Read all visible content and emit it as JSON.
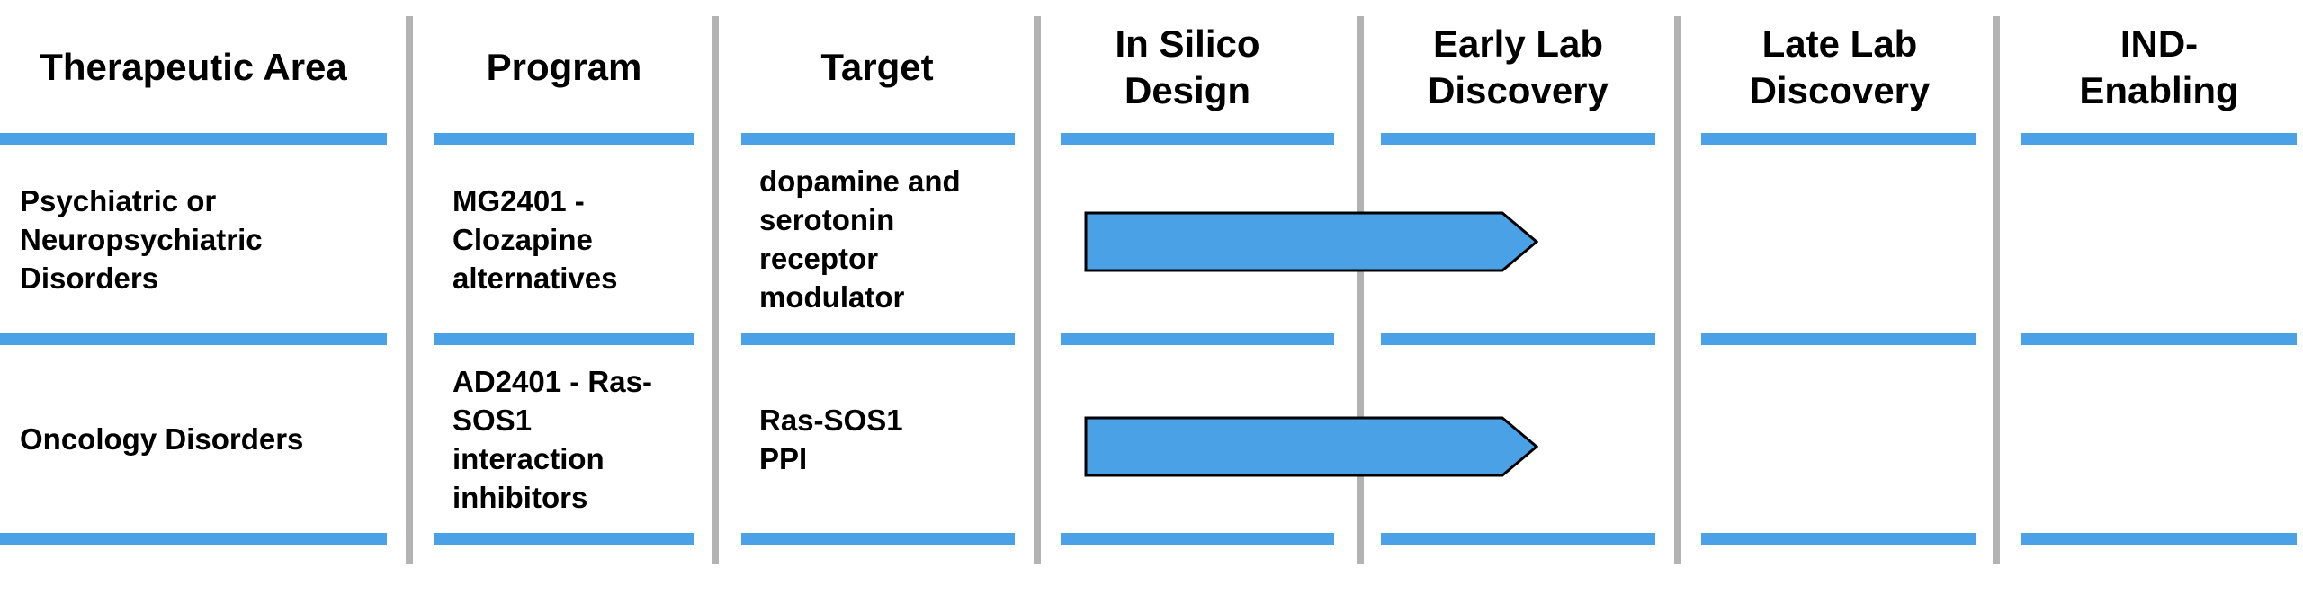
{
  "headers": {
    "area": "Therapeutic Area",
    "program": "Program",
    "target": "Target",
    "in_silico": "In Silico Design",
    "early_lab": "Early Lab Discovery",
    "late_lab": "Late Lab Discovery",
    "ind": "IND-Enabling"
  },
  "rows": [
    {
      "area": "Psychiatric or Neuropsychiatric Disorders",
      "program": "MG2401 - Clozapine alternatives",
      "target": "dopamine and serotonin receptor modulator",
      "progress_stage": "Early Lab Discovery"
    },
    {
      "area": "Oncology Disorders",
      "program": "AD2401 - Ras-SOS1 interaction inhibitors",
      "target": "Ras-SOS1 PPI",
      "progress_stage": "Early Lab Discovery"
    }
  ],
  "colors": {
    "accent": "#4ba1e6",
    "divider": "#b3b3b3",
    "arrow_stroke": "#000000"
  }
}
